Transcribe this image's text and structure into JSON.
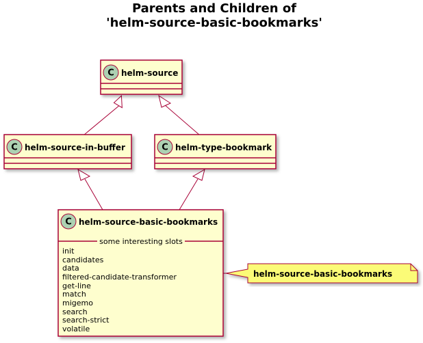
{
  "title": {
    "line1": "Parents and Children of",
    "line2": "'helm-source-basic-bookmarks'"
  },
  "classes": {
    "helm_source": {
      "name": "helm-source",
      "stereotype_letter": "C"
    },
    "helm_source_in_buffer": {
      "name": "helm-source-in-buffer",
      "stereotype_letter": "C"
    },
    "helm_type_bookmark": {
      "name": "helm-type-bookmark",
      "stereotype_letter": "C"
    },
    "helm_source_basic_bookmarks": {
      "name": "helm-source-basic-bookmarks",
      "stereotype_letter": "C",
      "slots_header": "some interesting slots",
      "slots": [
        "init",
        "candidates",
        "data",
        "filtered-candidate-transformer",
        "get-line",
        "match",
        "migemo",
        "search",
        "search-strict",
        "volatile"
      ]
    }
  },
  "note": {
    "text": "helm-source-basic-bookmarks"
  },
  "relations": [
    {
      "from": "helm-source-in-buffer",
      "to": "helm-source",
      "type": "inheritance"
    },
    {
      "from": "helm-type-bookmark",
      "to": "helm-source",
      "type": "inheritance"
    },
    {
      "from": "helm-source-basic-bookmarks",
      "to": "helm-source-in-buffer",
      "type": "inheritance"
    },
    {
      "from": "helm-source-basic-bookmarks",
      "to": "helm-type-bookmark",
      "type": "inheritance"
    }
  ],
  "colors": {
    "class_fill": "#FEFECE",
    "class_border": "#A80036",
    "stereotype_circle": "#ADD1B2",
    "note_fill": "#FBFB77"
  }
}
